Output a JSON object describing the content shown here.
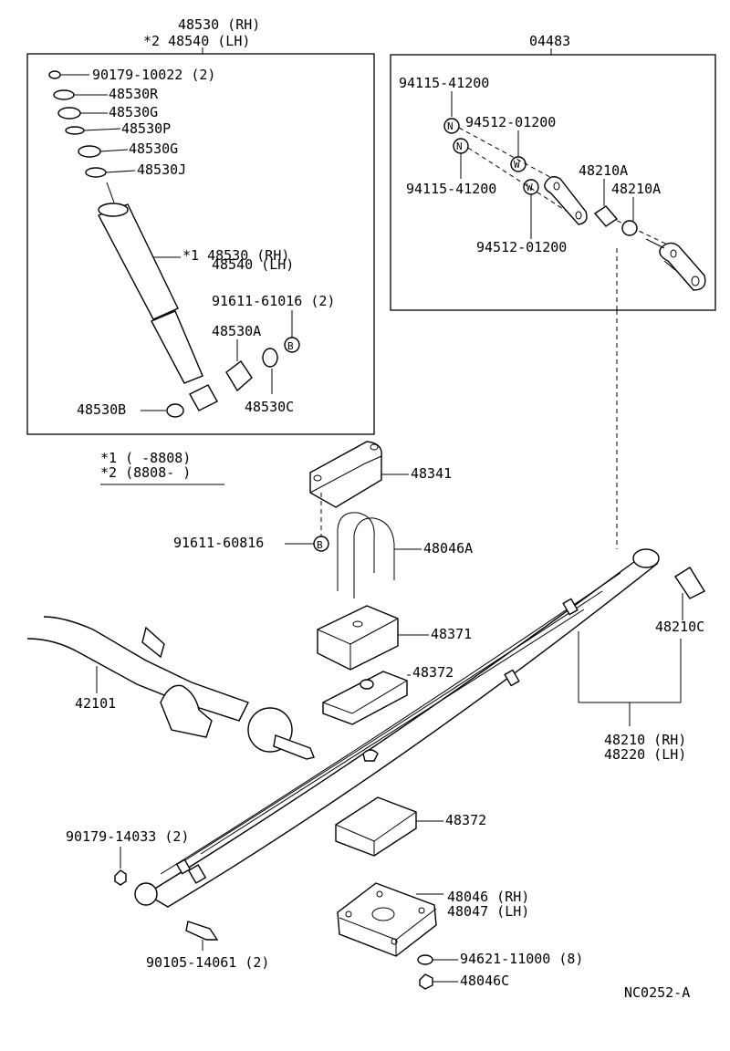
{
  "drawing_code": "NC0252-A",
  "legend": {
    "note1": "*1 (      -8808)",
    "note2": "*2 (8808-      )"
  },
  "labels": {
    "shock_top_rh": "48530 (RH)",
    "shock_top_lh": "*2  48540 (LH)",
    "nut_90179_10022": "90179-10022 (2)",
    "p48530r": "48530R",
    "p48530g_a": "48530G",
    "p48530p": "48530P",
    "p48530g_b": "48530G",
    "p48530j": "48530J",
    "shock_rh": "*1  48530 (RH)",
    "shock_lh": "48540 (LH)",
    "bolt_91611_61016": "91611-61016 (2)",
    "p48530a": "48530A",
    "p48530b": "48530B",
    "p48530c": "48530C",
    "shackle_kit": "04483",
    "nut_94115_a": "94115-41200",
    "washer_94512_a": "94512-01200",
    "nut_94115_b": "94115-41200",
    "washer_94512_b": "94512-01200",
    "p48210a_1": "48210A",
    "p48210a_2": "48210A",
    "p48341": "48341",
    "bolt_91611_60816": "91611-60816",
    "p48046a": "48046A",
    "p48371": "48371",
    "p48372_top": "48372",
    "p42101": "42101",
    "p48210c": "48210C",
    "spring_rh": "48210 (RH)",
    "spring_lh": "48220 (LH)",
    "nut_90179_14033": "90179-14033 (2)",
    "p48372_bottom": "48372",
    "plate_rh": "48046 (RH)",
    "plate_lh": "48047 (LH)",
    "bolt_90105_14061": "90105-14061 (2)",
    "nut_94621": "94621-11000 (8)",
    "p48046c": "48046C"
  },
  "markers": {
    "nut": "N",
    "washer": "W",
    "bolt": "B"
  }
}
